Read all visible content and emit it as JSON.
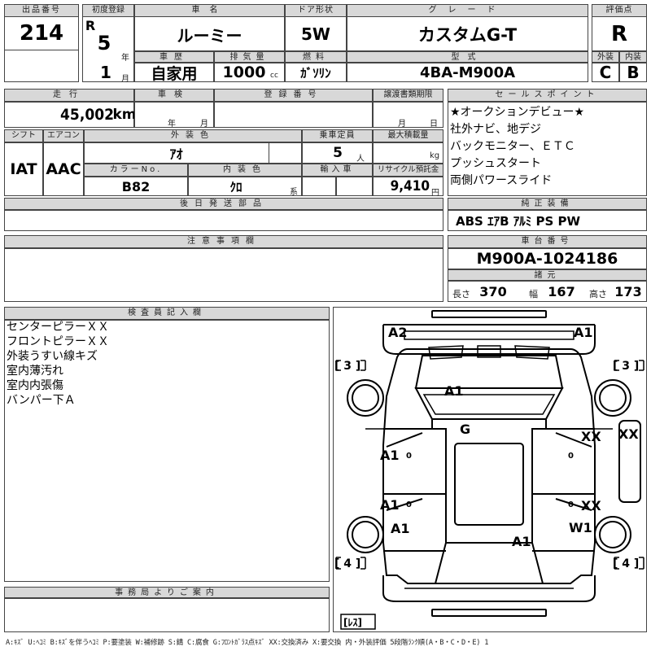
{
  "lot": {
    "label": "出品番号",
    "value": "214"
  },
  "first_reg": {
    "label": "初度登録",
    "era": "R",
    "year": "5",
    "year_unit": "年",
    "month": "1",
    "month_unit": "月"
  },
  "car_name": {
    "label": "車名",
    "value": "ルーミー"
  },
  "door": {
    "label": "ドア形状",
    "value": "5W"
  },
  "grade": {
    "label": "グレード",
    "value": "カスタムG-T"
  },
  "score": {
    "label": "評価点",
    "value": "R"
  },
  "history": {
    "label": "車歴",
    "value": "自家用"
  },
  "displacement": {
    "label": "排気量",
    "value": "1000",
    "unit": "cc"
  },
  "fuel": {
    "label": "燃料",
    "value": "ｶﾞｿﾘﾝ"
  },
  "model_code": {
    "label": "型式",
    "value": "4BA-M900A"
  },
  "exterior_grade": {
    "label": "外装",
    "value": "C"
  },
  "interior_grade": {
    "label": "内装",
    "value": "B"
  },
  "mileage": {
    "label": "走行",
    "value": "45,002",
    "unit": "km"
  },
  "inspection": {
    "label": "車検",
    "year_unit": "年",
    "month_unit": "月"
  },
  "plate": {
    "label": "登録番号"
  },
  "transfer_deadline": {
    "label": "譲渡書類期限",
    "month_unit": "月",
    "day_unit": "日"
  },
  "shift": {
    "label": "シフト",
    "value": "IAT"
  },
  "aircon": {
    "label": "エアコン",
    "value": "AAC"
  },
  "ext_color": {
    "label": "外装色",
    "value": "ｱｵ"
  },
  "capacity": {
    "label": "乗車定員",
    "value": "5",
    "unit": "人"
  },
  "max_load": {
    "label": "最大積載量",
    "unit": "kg"
  },
  "color_no": {
    "label": "カラーNo.",
    "value": "B82"
  },
  "int_color": {
    "label": "内装色",
    "value": "ｸﾛ",
    "unit": "系"
  },
  "import": {
    "label": "輸入車"
  },
  "recycle": {
    "label": "リサイクル預託金",
    "value": "9,410",
    "unit": "円"
  },
  "later_parts": {
    "label": "後日発送部品"
  },
  "sales_points": {
    "label": "セールスポイント",
    "items": [
      "★オークションデビュー★",
      "社外ナビ、地デジ",
      "バックモニター、ＥＴＣ",
      "プッシュスタート",
      "両側パワースライド"
    ]
  },
  "equipment": {
    "label": "純正装備",
    "value": "ABS ｴｱB ｱﾙﾐ PS PW"
  },
  "notes": {
    "label": "注意事項欄"
  },
  "chassis": {
    "label": "車台番号",
    "value": "M900A-1024186"
  },
  "dims": {
    "label": "諸元",
    "length_label": "長さ",
    "length": "370",
    "width_label": "幅",
    "width": "167",
    "height_label": "高さ",
    "height": "173"
  },
  "inspector": {
    "label": "検査員記入欄",
    "lines": [
      "センターピラーＸＸ",
      "フロントピラーＸＸ",
      "外装うすい線キズ",
      "室内薄汚れ",
      "室内内張傷",
      "バンパー下Ａ"
    ]
  },
  "office": {
    "label": "事務局よりご案内"
  },
  "diagram": {
    "marks": [
      "A2",
      "A1",
      "A1",
      "G",
      "A1",
      "A1",
      "A1",
      "XX",
      "XX",
      "XX",
      "W1",
      "A1"
    ],
    "tire_marks": [
      "[ 3 ]",
      "[ 3 ]",
      "[ 4 ]",
      "[ 4 ]"
    ],
    "spare": "[ﾚｽ]"
  },
  "legend": "A:ｷｽﾞ U:ﾍｺﾐ B:ｷｽﾞを伴うﾍｺﾐ P:要塗装 W:補修跡 S:錆 C:腐食 G:ﾌﾛﾝﾄｶﾞﾗｽ点ｷｽﾞ XX:交換済み X:要交換 内・外装評価 5段階ﾗﾝｸ順(A・B・C・D・E) 1"
}
